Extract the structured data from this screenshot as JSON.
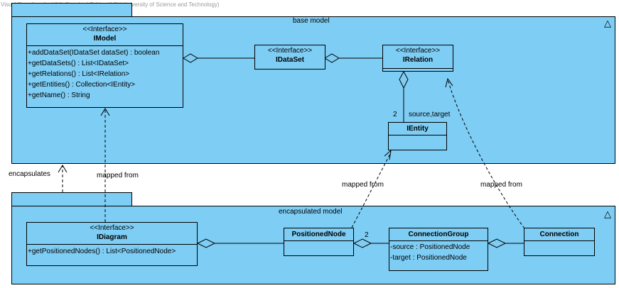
{
  "watermark": "Visual Paradigm for UML Standard Edition(AGH University of Science and Technology)",
  "packages": {
    "base": {
      "title": "base model",
      "icon": "triangle-icon"
    },
    "encapsulated": {
      "title": "encapsulated model",
      "icon": "triangle-icon"
    }
  },
  "classes": {
    "imodel": {
      "stereotype": "<<Interface>>",
      "name": "IModel",
      "operations": [
        "+addDataSet(IDataSet dataSet) : boolean",
        "+getDataSets() : List<IDataSet>",
        "+getRelations() : List<IRelation>",
        "+getEntities() : Collection<IEntity>",
        "+getName() : String"
      ]
    },
    "idataset": {
      "stereotype": "<<Interface>>",
      "name": "IDataSet"
    },
    "irelation": {
      "stereotype": "<<Interface>>",
      "name": "IRelation"
    },
    "ientity": {
      "name": "IEntity"
    },
    "idiagram": {
      "stereotype": "<<Interface>>",
      "name": "IDiagram",
      "operations": [
        "+getPositionedNodes() : List<PositionedNode>"
      ]
    },
    "positionednode": {
      "name": "PositionedNode"
    },
    "connectiongroup": {
      "name": "ConnectionGroup",
      "attributes": [
        "-source : PositionedNode",
        "-target : PositionedNode"
      ]
    },
    "connection": {
      "name": "Connection"
    }
  },
  "labels": {
    "multiplicity_entity": "2",
    "role_source_target": "source,target",
    "encapsulates": "encapsulates",
    "mapped_from_model": "mapped from",
    "mapped_from_entity": "mapped from",
    "mapped_from_relation": "mapped from",
    "multiplicity_node": "2"
  },
  "colors": {
    "fill": "#7ecdf4",
    "stroke": "#000000"
  }
}
